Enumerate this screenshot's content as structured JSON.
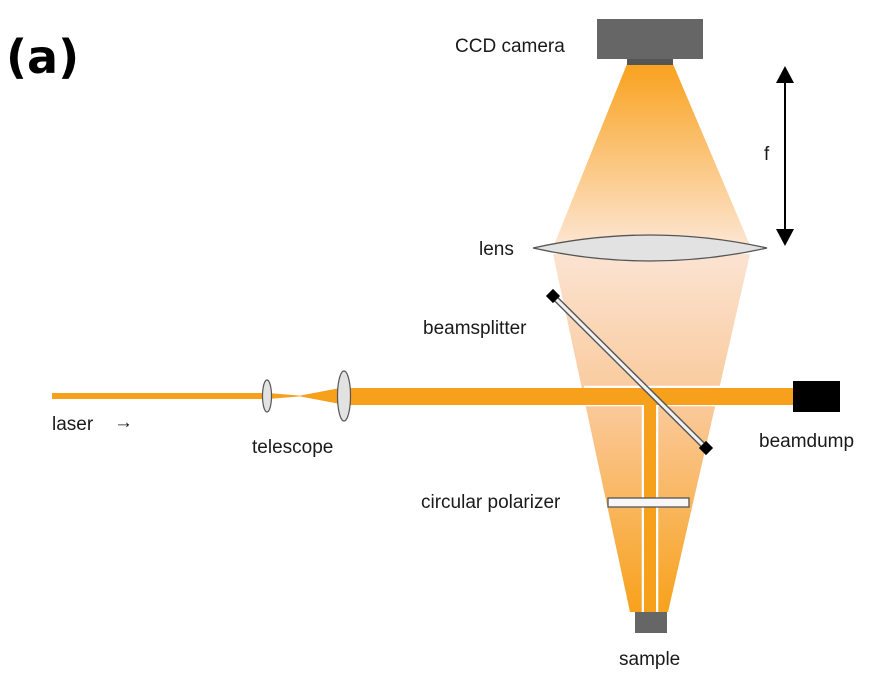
{
  "panel_label": "(a)",
  "labels": {
    "ccd_camera": "CCD camera",
    "focal_length": "f",
    "lens": "lens",
    "beamsplitter": "beamsplitter",
    "laser": "laser",
    "laser_arrow": "→",
    "telescope": "telescope",
    "beamdump": "beamdump",
    "circular_polarizer": "circular polarizer",
    "sample": "sample"
  },
  "colors": {
    "laser_beam": "#f7a01c",
    "cone_dark": "#f9a21e",
    "cone_light": "#fbe0cc",
    "component_gray": "#666666",
    "beamdump": "#000000"
  }
}
